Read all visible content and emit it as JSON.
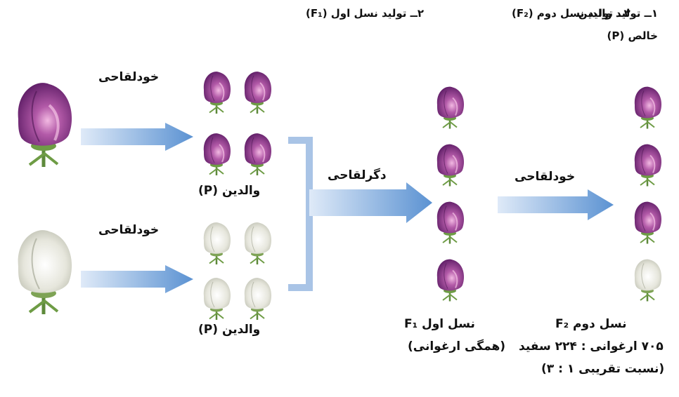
{
  "headers": {
    "step1_line1": "۱ــ تولید والدین",
    "step1_line2": "خالص (P)",
    "step2": "۲ــ تولید نسل اول (F₁)",
    "step3": "۳ــ تولید نسل دوم (F₂)"
  },
  "arrows": {
    "self1": "خودلقاحی",
    "self2": "خودلقاحی",
    "cross": "دگرلقاحی",
    "self3": "خودلقاحی"
  },
  "labels": {
    "parents_purple": "والدین (P)",
    "parents_white": "والدین (P)",
    "f1_line1": "نسل اول F₁",
    "f1_line2": "(همگی ارغوانی)",
    "f2_line1": "نسل دوم F₂",
    "f2_line2": "۷۰۵ ارغوانی : ۲۲۴ سفید",
    "f2_line3": "(نسبت تقریبی ۱ : ۳)"
  },
  "colors": {
    "purple": "#7a2a7e",
    "purple_light": "#c56fb8",
    "white_flower": "#e7e7df",
    "arrow": "#6f9fd6",
    "bracket": "#a9c4e6"
  }
}
